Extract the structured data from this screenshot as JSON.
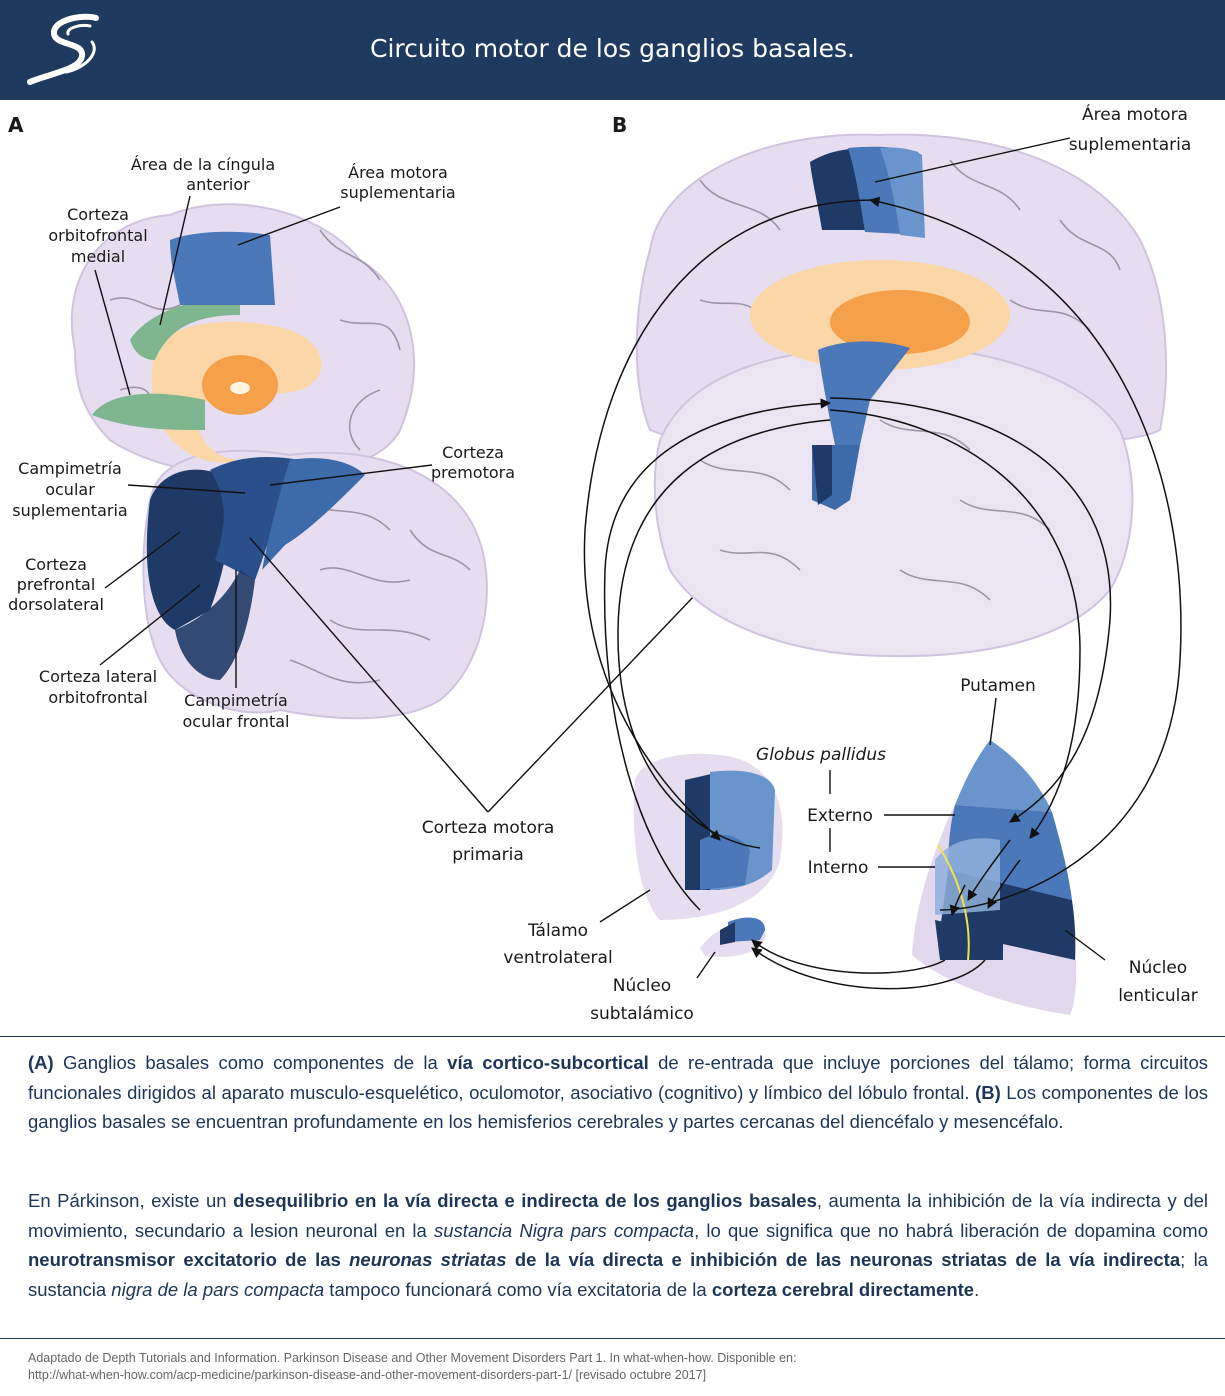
{
  "header": {
    "title": "Circuito motor de los ganglios basales."
  },
  "logo": {
    "icon": "swirl-logo-icon",
    "color": "#ffffff"
  },
  "panel_a": {
    "letter": "A",
    "labels": {
      "cingula_1": "Área de la cíngula",
      "cingula_2": "anterior",
      "sma_1": "Área motora",
      "sma_2": "suplementaria",
      "ofm_1": "Corteza",
      "ofm_2": "orbitofrontal",
      "ofm_3": "medial",
      "premotor_1": "Corteza",
      "premotor_2": "premotora",
      "camp_sup_1": "Campimetría",
      "camp_sup_2": "ocular",
      "camp_sup_3": "suplementaria",
      "dlpfc_1": "Corteza",
      "dlpfc_2": "prefrontal",
      "dlpfc_3": "dorsolateral",
      "lof_1": "Corteza lateral",
      "lof_2": "orbitofrontal",
      "camp_front_1": "Campimetría",
      "camp_front_2": "ocular frontal",
      "m1_1": "Corteza motora",
      "m1_2": "primaria"
    }
  },
  "panel_b": {
    "letter": "B",
    "labels": {
      "sma_1": "Área motora",
      "sma_2": "suplementaria",
      "putamen": "Putamen",
      "globus": "Globus pallidus",
      "externo": "Externo",
      "interno": "Interno",
      "talamo_1": "Tálamo",
      "talamo_2": "ventrolateral",
      "nst_1": "Núcleo",
      "nst_2": "subtalámico",
      "lenticular_1": "Núcleo",
      "lenticular_2": "lenticular"
    }
  },
  "colors": {
    "header": "#1e3a5f",
    "brain": "#e6def0",
    "dark_blue": "#1f3a66",
    "mid_blue": "#3d6aa8",
    "light_blue": "#6a95cc",
    "green": "#7fb58f",
    "orange": "#f5a04a"
  },
  "caption1": {
    "a": "(A)",
    "t1": " Ganglios basales como componentes de la ",
    "b1": "vía cortico-subcortical",
    "t2": " de re-entrada que incluye porciones del tálamo; forma circuitos funcionales dirigidos al aparato musculo-esquelético, oculomotor, asociativo (cognitivo) y límbico del lóbulo frontal. ",
    "b": "(B)",
    "t3": " Los componentes de los ganglios basales se encuentran profundamente en los hemisferios cerebrales y partes cercanas del diencéfalo y mesencéfalo."
  },
  "caption2": {
    "t1": "En Párkinson, existe un ",
    "b1": "desequilibrio en la vía directa e indirecta de los ganglios basales",
    "t2": ", aumenta la inhibición de la vía indirecta y del movimiento, secundario a lesion neuronal en la ",
    "i1": "sustancia Nigra pars compacta",
    "t3": ", lo que significa que no habrá liberación de dopamina como ",
    "b2": "neurotransmisor excitatorio de las ",
    "bi1": "neuronas striatas",
    "b3": " de la vía directa e inhibición de las neuronas striatas de la vía indirecta",
    "t4": "; la sustancia ",
    "i2": "nigra de la pars compacta",
    "t5": " tampoco funcionará como vía excitatoria de la ",
    "b4": "corteza cerebral directamente",
    "t6": "."
  },
  "reference": {
    "line1": "Adaptado de Depth Tutorials and Information. Parkinson Disease and Other Movement Disorders Part 1. In what-when-how. Disponible en:",
    "line2": "http://what-when-how.com/acp-medicine/parkinson-disease-and-other-movement-disorders-part-1/ [revisado octubre 2017]"
  }
}
